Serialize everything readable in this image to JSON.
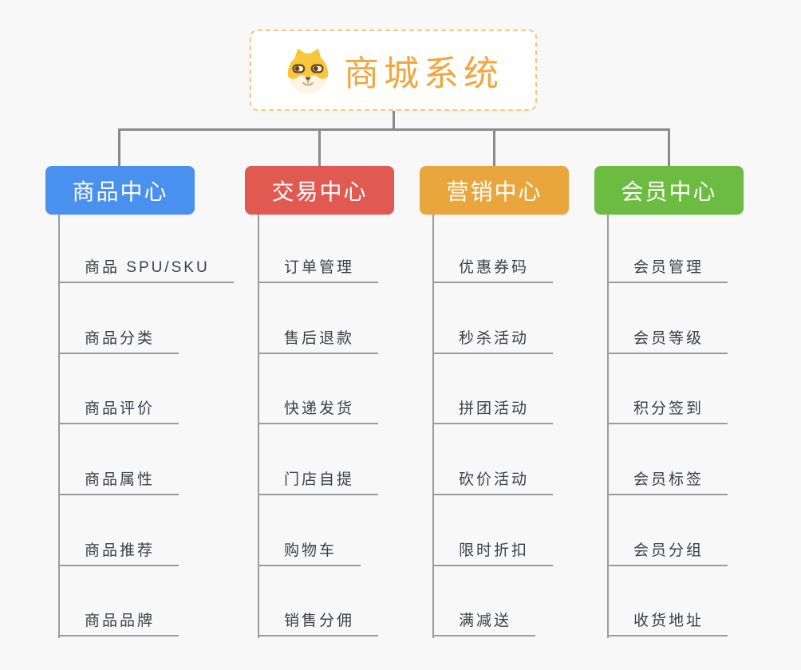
{
  "root": {
    "title": "商城系统",
    "icon": "dog-face-icon",
    "accent_color": "#f1a63e",
    "border_color": "#f3c880"
  },
  "connector_color": "#8a8a8a",
  "branches": [
    {
      "label": "商品中心",
      "color": "#4a90ee",
      "children": [
        "商品 SPU/SKU",
        "商品分类",
        "商品评价",
        "商品属性",
        "商品推荐",
        "商品品牌"
      ]
    },
    {
      "label": "交易中心",
      "color": "#e15a52",
      "children": [
        "订单管理",
        "售后退款",
        "快递发货",
        "门店自提",
        "购物车",
        "销售分佣"
      ]
    },
    {
      "label": "营销中心",
      "color": "#e9a63d",
      "children": [
        "优惠券码",
        "秒杀活动",
        "拼团活动",
        "砍价活动",
        "限时折扣",
        "满减送"
      ]
    },
    {
      "label": "会员中心",
      "color": "#6bbc40",
      "children": [
        "会员管理",
        "会员等级",
        "积分签到",
        "会员标签",
        "会员分组",
        "收货地址"
      ]
    }
  ]
}
